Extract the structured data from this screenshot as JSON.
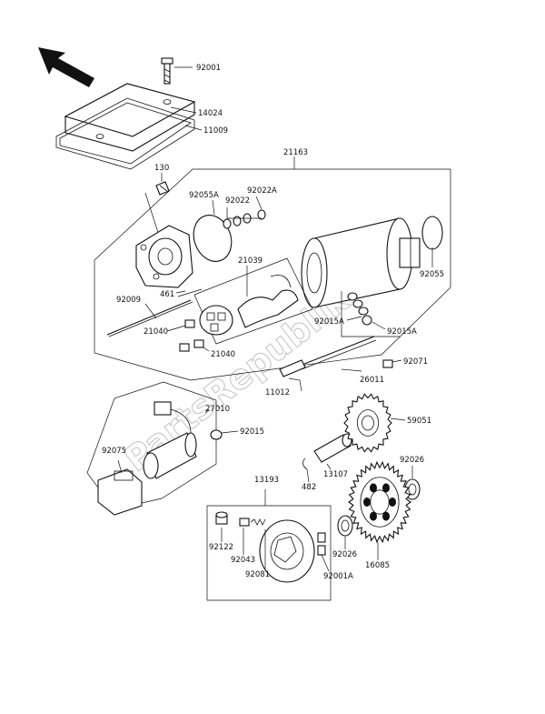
{
  "watermark": "PartsRepublik",
  "colors": {
    "ink": "#111111",
    "watermark": "#c8c8c8",
    "background": "#ffffff"
  },
  "parts": {
    "p92001": "92001",
    "p14024": "14024",
    "p11009": "11009",
    "p21163": "21163",
    "p130": "130",
    "p92055A": "92055A",
    "p92022": "92022",
    "p92022A": "92022A",
    "p21039": "21039",
    "p92055": "92055",
    "p461": "461",
    "p92009": "92009",
    "p21040a": "21040",
    "p21040b": "21040",
    "p92015A_left": "92015A",
    "p92015A_right": "92015A",
    "p92071": "92071",
    "p11012": "11012",
    "p26011": "26011",
    "p27010": "27010",
    "p92015": "92015",
    "p59051": "59051",
    "p92075": "92075",
    "p482": "482",
    "p13107": "13107",
    "p92026a": "92026",
    "p13193": "13193",
    "p92122": "92122",
    "p92043": "92043",
    "p92081": "92081",
    "p92001A": "92001A",
    "p92026b": "92026",
    "p16085": "16085"
  }
}
